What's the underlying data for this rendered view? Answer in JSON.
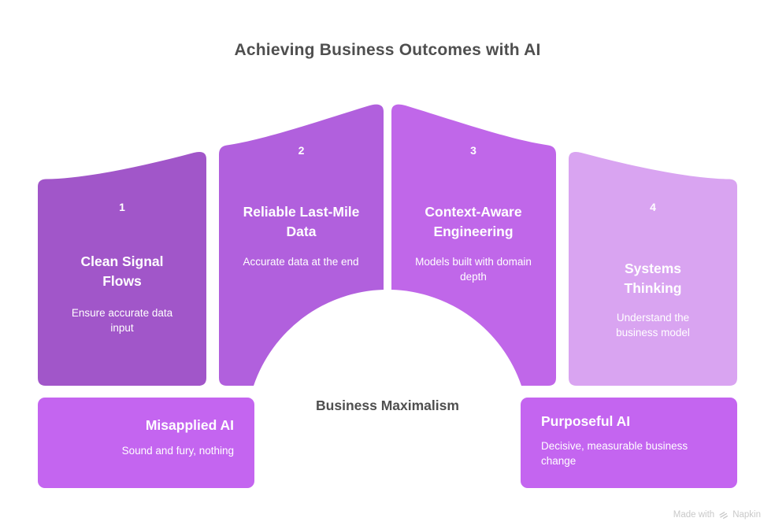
{
  "title": "Achieving Business Outcomes with AI",
  "pillars": [
    {
      "number": "1",
      "title": "Clean Signal Flows",
      "subtitle": "Ensure accurate data input",
      "color": "#a156c9"
    },
    {
      "number": "2",
      "title": "Reliable Last-Mile Data",
      "subtitle": "Accurate data at the end",
      "color": "#b160dd"
    },
    {
      "number": "3",
      "title": "Context-Aware Engineering",
      "subtitle": "Models built with domain depth",
      "color": "#c067e9"
    },
    {
      "number": "4",
      "title": "Systems Thinking",
      "subtitle": "Understand the business model",
      "color": "#d9a4f1"
    }
  ],
  "arch_label": "Business Maximalism",
  "bottom_boxes": [
    {
      "title": "Misapplied AI",
      "subtitle": "Sound and fury, nothing",
      "color": "#c465f0"
    },
    {
      "title": "Purposeful AI",
      "subtitle": "Decisive, measurable business change",
      "color": "#c465f0"
    }
  ],
  "watermark": {
    "prefix": "Made with",
    "brand": "Napkin"
  },
  "colors": {
    "background": "#ffffff",
    "title_text": "#4f4f4f",
    "pillar_text": "#ffffff",
    "watermark_text": "#c9c9c9"
  }
}
